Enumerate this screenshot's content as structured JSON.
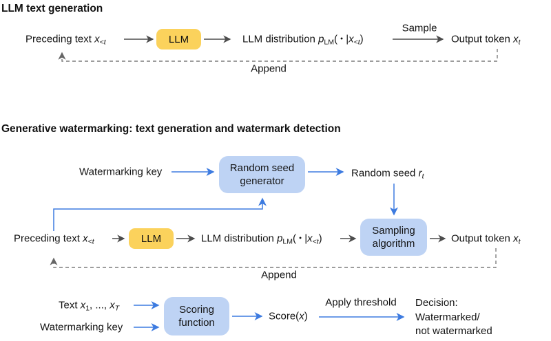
{
  "colors": {
    "llm_box_fill": "#FBD25C",
    "blue_box_fill": "#BED3F4",
    "blue_arrow": "#3D7BE0",
    "dark_arrow": "#4D4D4D",
    "dashed_line": "#7D7D7D",
    "text": "#121212",
    "background": "#FFFFFF"
  },
  "diagram1": {
    "title": "LLM text generation",
    "preceding": {
      "text": "Preceding text ",
      "var": "x",
      "sub": "<t"
    },
    "llm": "LLM",
    "dist": {
      "pre": "LLM distribution ",
      "p": "p",
      "p_sub": "LM",
      "open": "( ",
      "dot": "•",
      "bar": " |",
      "x": "x",
      "x_sub": "<t",
      "close": ")"
    },
    "sample": "Sample",
    "output": {
      "text": "Output token ",
      "var": "x",
      "sub": "t"
    },
    "append": "Append"
  },
  "diagram2": {
    "title": "Generative watermarking: text generation and watermark detection",
    "watermarking_key": "Watermarking key",
    "rsg": {
      "line1": "Random seed",
      "line2": "generator"
    },
    "random_seed": {
      "text": "Random seed ",
      "var": "r",
      "sub": "t"
    },
    "preceding": {
      "text": "Preceding text ",
      "var": "x",
      "sub": "<t"
    },
    "llm": "LLM",
    "dist": {
      "pre": "LLM distribution ",
      "p": "p",
      "p_sub": "LM",
      "open": "( ",
      "dot": "•",
      "bar": " |",
      "x": "x",
      "x_sub": "<t",
      "close": ")"
    },
    "sampling": {
      "line1": "Sampling",
      "line2": "algorithm"
    },
    "output": {
      "text": "Output token ",
      "var": "x",
      "sub": "t"
    },
    "append": "Append"
  },
  "diagram3": {
    "text_input": {
      "pre": "Text ",
      "x1": "x",
      "sub1": "1",
      "mid": ", ..., ",
      "x2": "x",
      "sub2": "T"
    },
    "watermarking_key": "Watermarking key",
    "scoring": {
      "line1": "Scoring",
      "line2": "function"
    },
    "score": {
      "pre": "Score(",
      "x": "x",
      "close": ")"
    },
    "apply_threshold": "Apply threshold",
    "decision": {
      "line1": "Decision:",
      "line2": "Watermarked/",
      "line3": "not watermarked"
    }
  }
}
